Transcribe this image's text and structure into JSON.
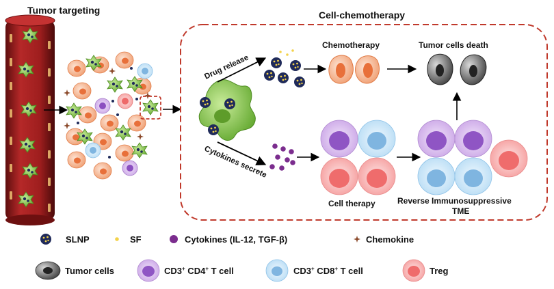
{
  "title_left": "Tumor targeting",
  "title_right": "Cell-chemotherapy",
  "labels": {
    "drug_release": "Drug release",
    "cytokines_secrete": "Cytokines secrete",
    "chemotherapy": "Chemotherapy",
    "tumor_cells_death": "Tumor cells death",
    "cell_therapy": "Cell therapy",
    "reverse_line1": "Reverse Immunosuppressive",
    "reverse_line2": "TME"
  },
  "legend": {
    "slnp": "SLNP",
    "sf": "SF",
    "cytokines": "Cytokines (IL-12, TGF-β)",
    "chemokine": "Chemokine",
    "tumor_cells": "Tumor cells",
    "cd4_pre": "CD3",
    "cd4_mid": " CD4",
    "cd4_post": " T cell",
    "cd8_pre": "CD3",
    "cd8_mid": " CD8",
    "cd8_post": " T cell",
    "sup": "+",
    "treg": "Treg"
  },
  "colors": {
    "vessel": "#8b1a1a",
    "dashed_box": "#c0392b",
    "green_cell": "#7dc142",
    "tumor_orange": "#f4a582",
    "cd4": "#b57fd6",
    "cd8": "#9ccbec",
    "treg": "#f08080",
    "tumor_dead": "#555555"
  }
}
